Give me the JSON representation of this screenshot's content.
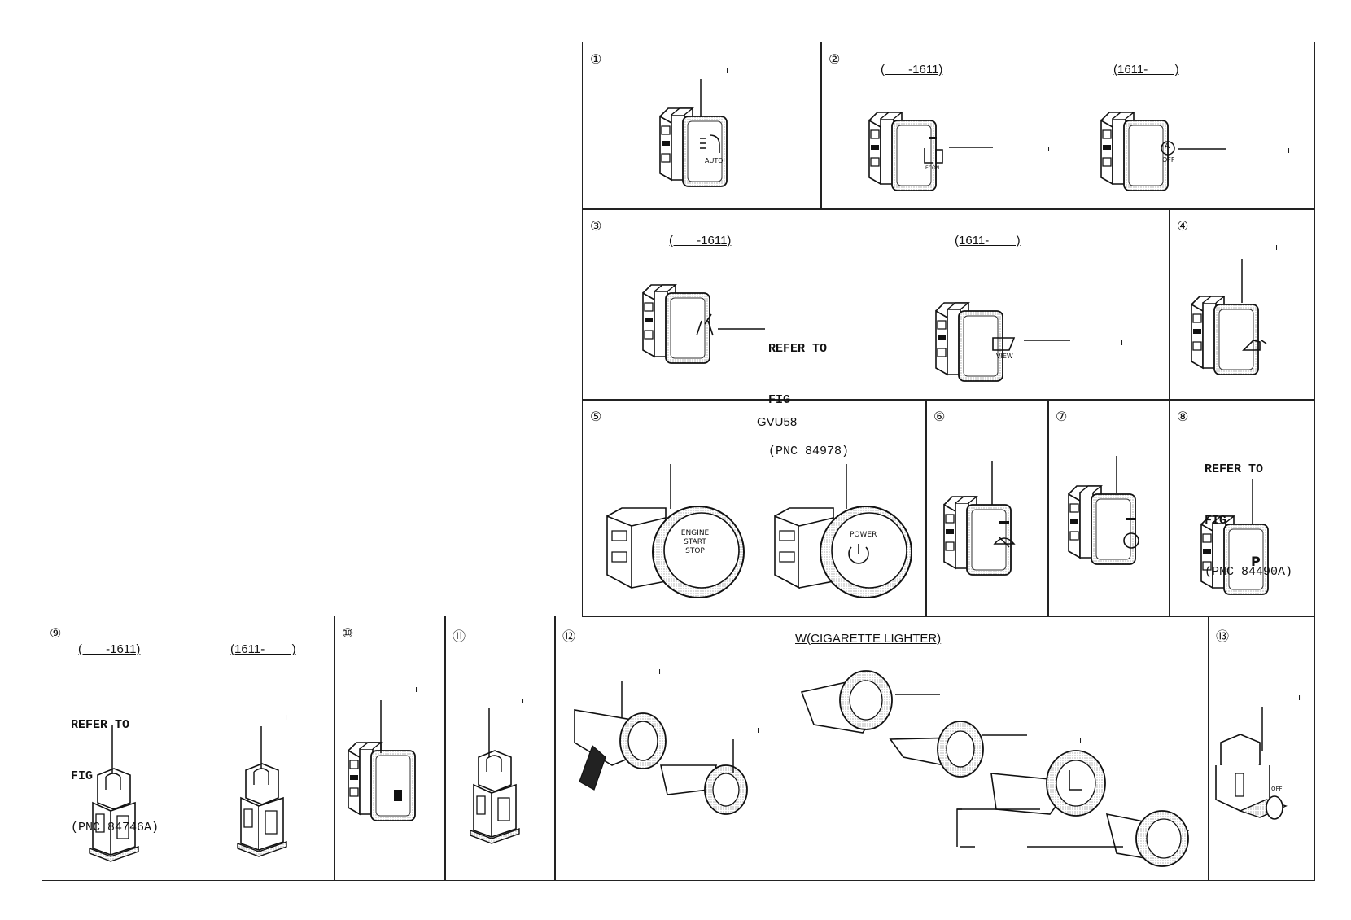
{
  "panels": [
    {
      "num": "①"
    },
    {
      "num": "②"
    },
    {
      "num": "③"
    },
    {
      "num": "④"
    },
    {
      "num": "⑤"
    },
    {
      "num": "⑥"
    },
    {
      "num": "⑦"
    },
    {
      "num": "⑧"
    },
    {
      "num": "⑨"
    },
    {
      "num": "⑩"
    },
    {
      "num": "⑪"
    },
    {
      "num": "⑫"
    },
    {
      "num": "⑬"
    }
  ],
  "date_ranges": {
    "p2_before": "(       -1611)",
    "p2_after": "(1611-        )",
    "p3_before": "(       -1611)",
    "p3_after": "(1611-        )",
    "p9_before": "(       -1611)",
    "p9_after": "(1611-        )"
  },
  "refer_notes": {
    "p3": {
      "line1": "REFER TO",
      "line2": "FIG",
      "pnc": "(PNC 84978)"
    },
    "p8": {
      "line1": "REFER TO",
      "line2": "FIG",
      "pnc": "(PNC 84490A)"
    },
    "p9": {
      "line1": "REFER TO",
      "line2": "FIG",
      "pnc": "(PNC 84746A)"
    }
  },
  "headers": {
    "p5": "GVU58",
    "p12": "W(CIGARETTE LIGHTER)"
  },
  "switch_labels": {
    "auto": "AUTO",
    "eco": "ECON",
    "off": "OFF",
    "a": "A",
    "view": "VIEW",
    "engine_line1": "ENGINE",
    "engine_line2": "START",
    "engine_line3": "STOP",
    "power": "POWER",
    "p": "P",
    "off_small": "OFF"
  },
  "ticks": {
    "mark": "ı"
  }
}
